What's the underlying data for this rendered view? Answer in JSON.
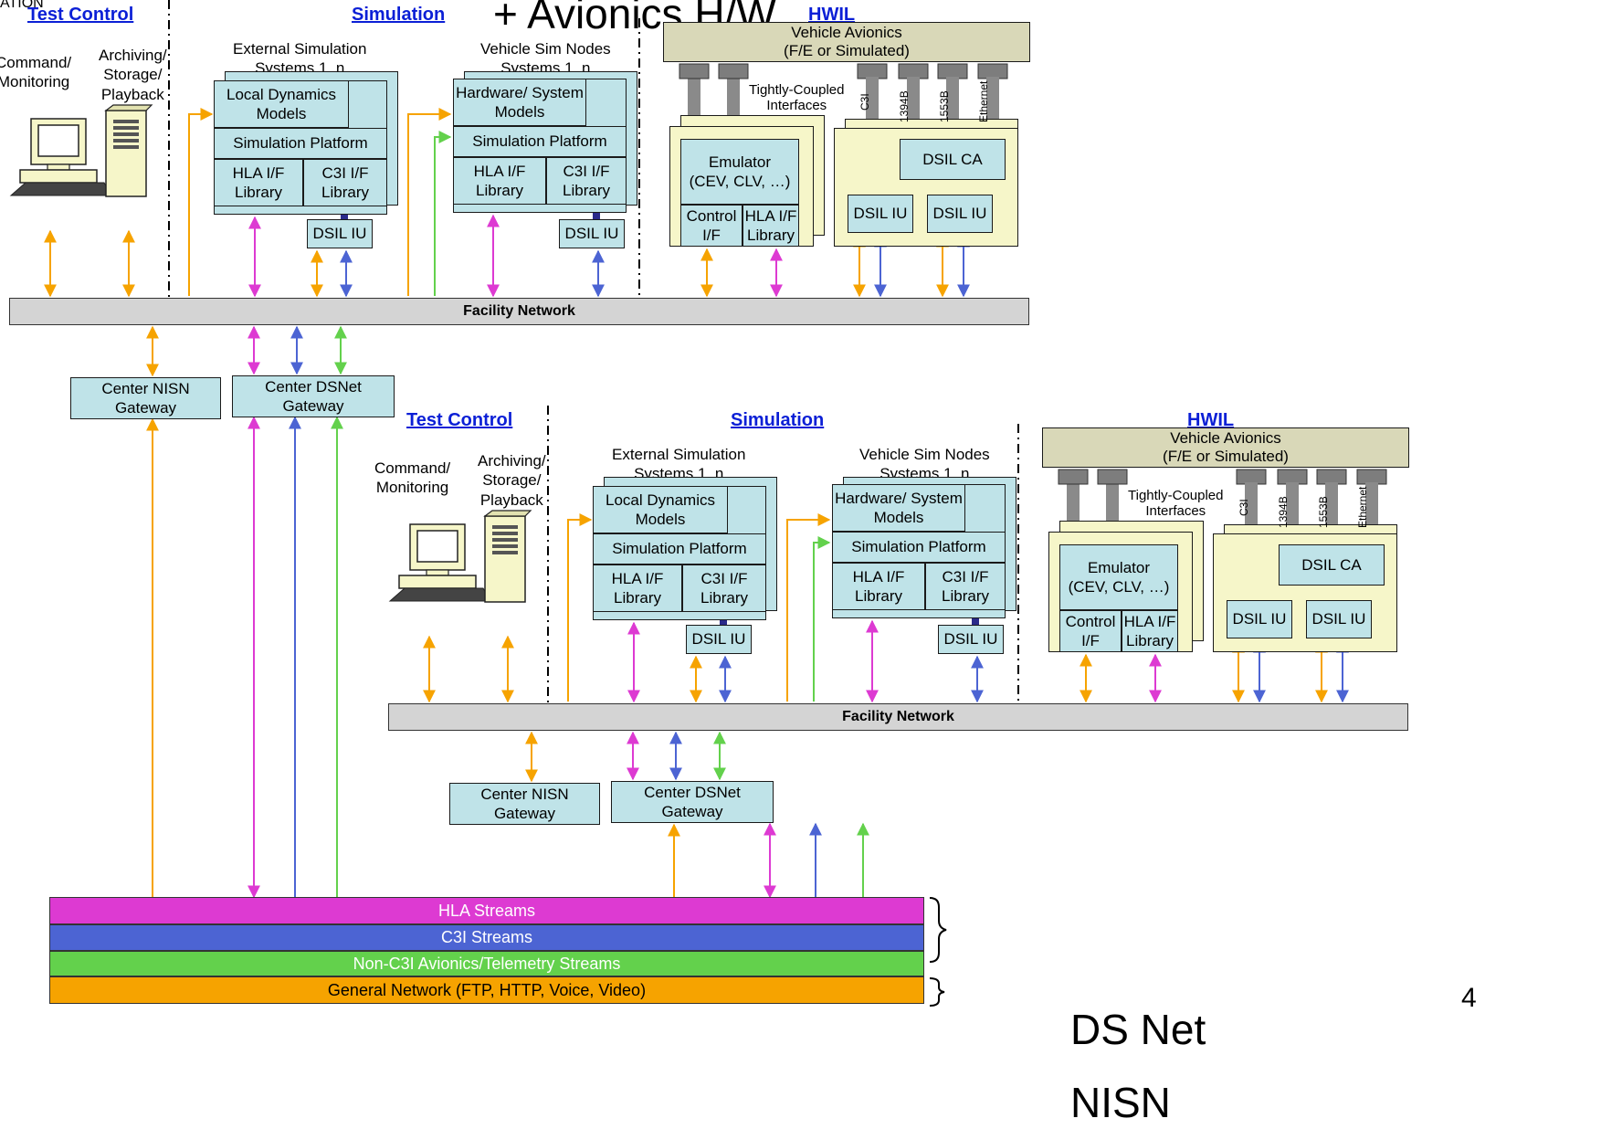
{
  "slide": {
    "title_fragment": "+ Avionics H/W",
    "corner_text": "ATION",
    "page_number": "4"
  },
  "sections": {
    "test_control": "Test Control",
    "simulation": "Simulation",
    "hwil": "HWIL"
  },
  "labels": {
    "command_monitoring": "Command/\nMonitoring",
    "archiving": "Archiving/\nStorage/\nPlayback",
    "external_sim": "External Simulation\nSystems 1..n",
    "vehicle_sim": "Vehicle Sim Nodes\nSystems 1..n",
    "local_dynamics": "Local Dynamics\nModels",
    "hardware_system": "Hardware/ System\nModels",
    "simulation_platform": "Simulation Platform",
    "hla_lib": "HLA I/F\nLibrary",
    "c3i_lib": "C3I I/F\nLibrary",
    "dsil_iu": "DSIL IU",
    "vehicle_avionics": "Vehicle Avionics\n(F/E or Simulated)",
    "tightly_coupled": "Tightly-Coupled\nInterfaces",
    "emulator": "Emulator\n(CEV, CLV, …)",
    "control_if": "Control\nI/F",
    "hla_if_lib": "HLA I/F\nLibrary",
    "dsil_ca": "DSIL CA",
    "c3i": "C3I",
    "b1394": "1394B",
    "b1553": "1553B",
    "ethernet": "Ethernet",
    "facility_network": "Facility Network",
    "nisn_gateway": "Center NISN Gateway",
    "dsnet_gateway": "Center DSNet Gateway",
    "ds_net": "DS Net",
    "nisn": "NISN"
  },
  "streams": [
    {
      "label": "HLA Streams",
      "color": "#dd3ad2"
    },
    {
      "label": "C3I  Streams",
      "color": "#4c64d3"
    },
    {
      "label": "Non-C3I  Avionics/Telemetry Streams",
      "color": "#63d14c"
    },
    {
      "label": "General Network (FTP, HTTP, Voice, Video)",
      "color": "#f6a300",
      "text_color": "#000000"
    }
  ],
  "colors": {
    "orange": "#f6a300",
    "magenta": "#dd3ad2",
    "blue": "#4c64d3",
    "green": "#63d14c",
    "box_fill": "#bfe3e8",
    "yellow_fill": "#f6f6c9",
    "avionics_fill": "#d9d8b8",
    "network_fill": "#d4d4d4"
  }
}
